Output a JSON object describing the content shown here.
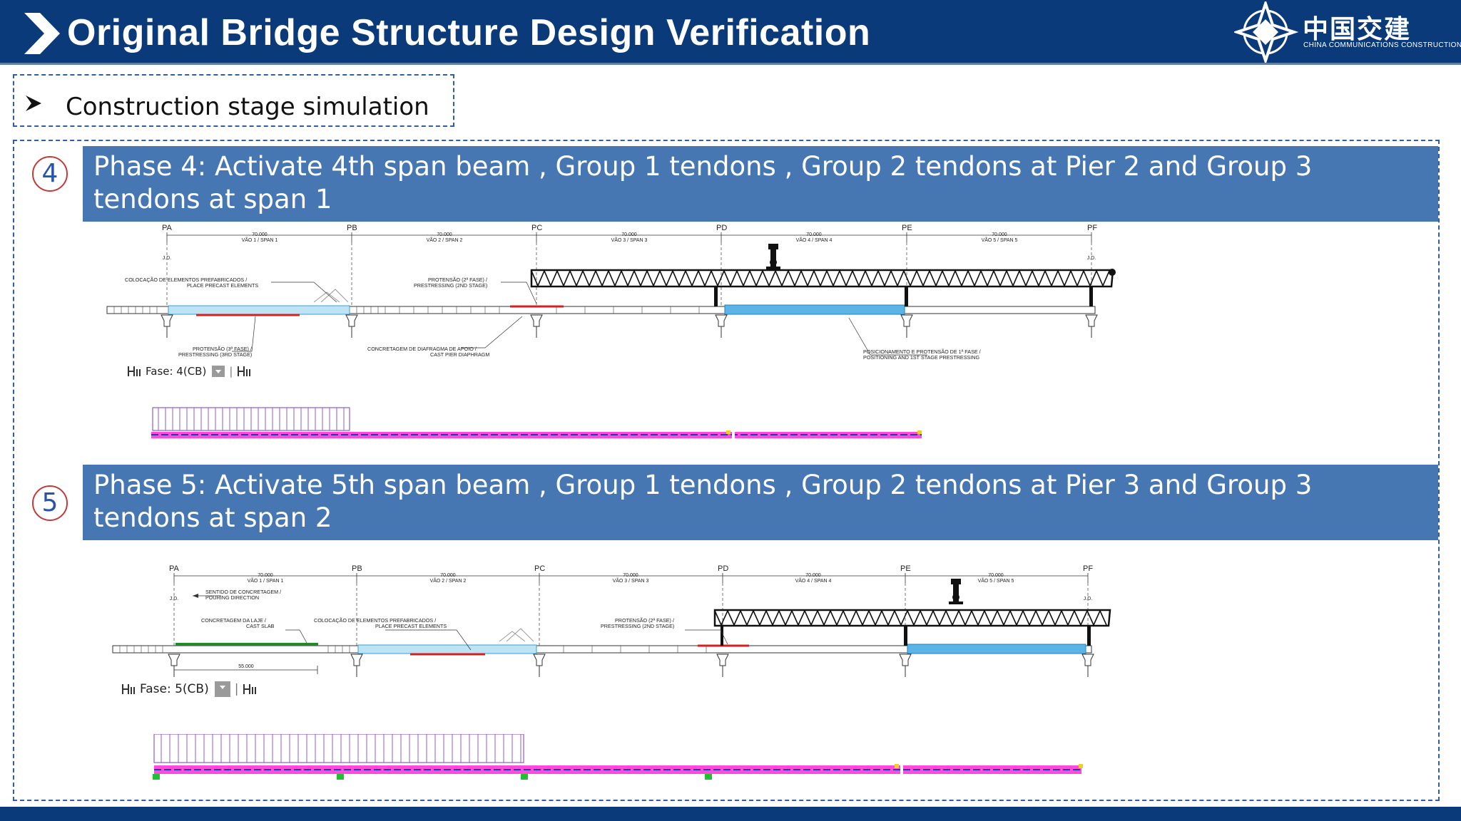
{
  "header": {
    "title": "Original Bridge Structure Design Verification",
    "logo_cn": "中国交建",
    "logo_en": "CHINA COMMUNICATIONS CONSTRUCTION"
  },
  "section": {
    "label": "Construction stage simulation"
  },
  "phases": [
    {
      "number": "4",
      "text": "Phase 4: Activate 4th span beam , Group 1 tendons , Group 2 tendons at Pier 2 and Group 3 tendons at span 1",
      "fase_label": "Fase: 4(CB)",
      "piers": [
        "PA",
        "PB",
        "PC",
        "PD",
        "PE",
        "PF"
      ],
      "span_lengths": [
        "70.000",
        "70.000",
        "70.000",
        "70.000",
        "70.000"
      ],
      "span_labels": [
        "VÃO 1 / SPAN 1",
        "VÃO 2 / SPAN 2",
        "VÃO 3 / SPAN 3",
        "VÃO 4 / SPAN 4",
        "VÃO 5 / SPAN 5"
      ],
      "jd_label": "J.D.",
      "annotations": {
        "a1_line1": "COLOCAÇÃO DE ELEMENTOS PREFABRICADOS /",
        "a1_line2": "PLACE PRECAST ELEMENTS",
        "a2_line1": "PROTENSÃO (2ª FASE) /",
        "a2_line2": "PRESTRESSING (2ND STAGE)",
        "a3_line1": "PROTENSÃO (3ª FASE) /",
        "a3_line2": "PRESTRESSING (3RD STAGE)",
        "a4_line1": "CONCRETAGEM DE DIAFRAGMA DE APOIO /",
        "a4_line2": "CAST PIER DIAPHRAGM",
        "a5_line1": "POSICIONAMENTO E PROTENSÃO DE 1ª FASE /",
        "a5_line2": "POSITIONING AND 1ST STAGE PRESTRESSING"
      }
    },
    {
      "number": "5",
      "text": "Phase 5: Activate  5th span beam , Group 1 tendons , Group 2 tendons at Pier 3 and Group 3 tendons at span 2",
      "fase_label": "Fase: 5(CB)",
      "piers": [
        "PA",
        "PB",
        "PC",
        "PD",
        "PE",
        "PF"
      ],
      "span_lengths": [
        "70.000",
        "70.000",
        "70.000",
        "70.000",
        "70.000"
      ],
      "span_labels": [
        "VÃO 1 / SPAN 1",
        "VÃO 2 / SPAN 2",
        "VÃO 3 / SPAN 3",
        "VÃO 4 / SPAN 4",
        "VÃO 5 / SPAN 5"
      ],
      "jd_label": "J.D.",
      "dim_55": "55.000",
      "annotations": {
        "b1_line1": "SENTIDO DE CONCRETAGEM /",
        "b1_line2": "POURING DIRECTION",
        "b2_line1": "CONCRETAGEM DA LAJE /",
        "b2_line2": "CAST SLAB",
        "b3_line1": "COLOCAÇÃO DE ELEMENTOS PREFABRICADOS /",
        "b3_line2": "PLACE PRECAST ELEMENTS",
        "b4_line1": "PROTENSÃO (2ª FASE) /",
        "b4_line2": "PRESTRESSING (2ND STAGE)"
      }
    }
  ],
  "colors": {
    "header_bg": "#0a3a7a",
    "banner_bg": "#4677b3",
    "dash_border": "#2f5fa0",
    "circle_border": "#c23a3a",
    "beam_blue": "#5ab4e6",
    "tendon_red": "#d42020",
    "slab_green": "#1f8a2a",
    "load_purple": "#8a5bd6",
    "magenta": "#ff2ad4"
  }
}
